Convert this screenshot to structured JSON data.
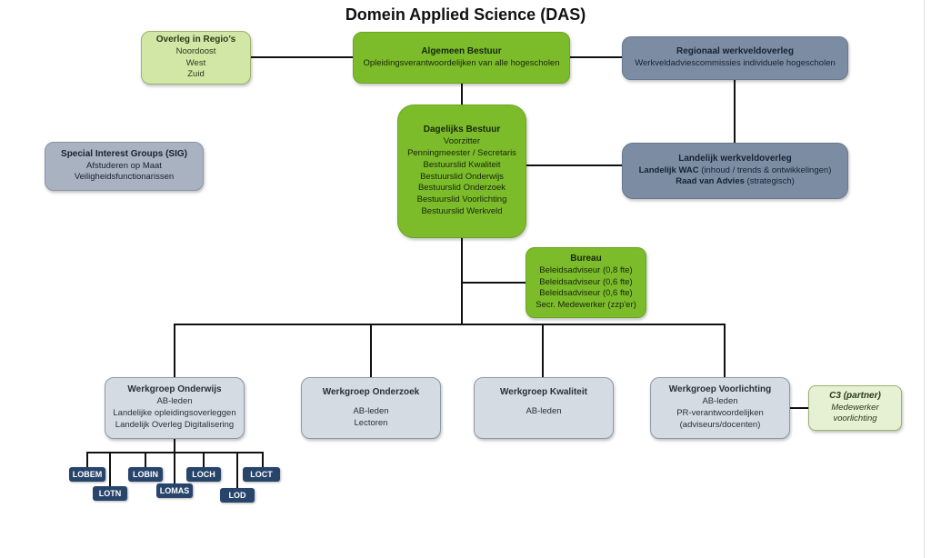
{
  "title": "Domein Applied Science (DAS)",
  "boxes": {
    "regio": {
      "heading": "Overleg in Regio’s",
      "lines": [
        "Noordoost",
        "West",
        "Zuid"
      ]
    },
    "ab": {
      "heading": "Algemeen Bestuur",
      "lines": [
        "Opleidingsverantwoordelijken van alle hogescholen"
      ]
    },
    "regionaal": {
      "heading": "Regionaal werkveldoverleg",
      "lines": [
        "Werkveldadviescommissies individuele hogescholen"
      ]
    },
    "sig": {
      "heading": "Special Interest Groups (SIG)",
      "lines": [
        "Afstuderen op Maat",
        "Veiligheidsfunctionarissen"
      ]
    },
    "db": {
      "heading": "Dagelijks Bestuur",
      "lines": [
        "Voorzitter",
        "Penningmeester / Secretaris",
        "Bestuurslid Kwaliteit",
        "Bestuurslid Onderwijs",
        "Bestuurslid Onderzoek",
        "Bestuurslid Voorlichting",
        "Bestuurslid Werkveld"
      ]
    },
    "landelijk": {
      "heading": "Landelijk werkveldoverleg",
      "line1_bold": "Landelijk WAC",
      "line1_rest": " (inhoud / trends & ontwikkelingen)",
      "line2_bold": "Raad van Advies",
      "line2_rest": " (strategisch)"
    },
    "bureau": {
      "heading": "Bureau",
      "lines": [
        "Beleidsadviseur (0,8 fte)",
        "Beleidsadviseur (0,6 fte)",
        "Beleidsadviseur (0,6 fte)",
        "Secr. Medewerker (zzp'er)"
      ]
    },
    "wg_onderwijs": {
      "heading": "Werkgroep Onderwijs",
      "lines": [
        "AB-leden",
        "Landelijke opleidingsoverleggen",
        "Landelijk Overleg Digitalisering"
      ]
    },
    "wg_onderzoek": {
      "heading": "Werkgroep Onderzoek",
      "lines": [
        "AB-leden",
        "Lectoren"
      ]
    },
    "wg_kwaliteit": {
      "heading": "Werkgroep Kwaliteit",
      "lines": [
        "AB-leden"
      ]
    },
    "wg_voorlichting": {
      "heading": "Werkgroep Voorlichting",
      "lines": [
        "AB-leden",
        "PR-verantwoordelijken",
        "(adviseurs/docenten)"
      ]
    },
    "c3": {
      "heading": "C3 (partner)",
      "lines": [
        "Medewerker",
        "voorlichting"
      ]
    }
  },
  "lo_badges": [
    "LOBEM",
    "LOTN",
    "LOBIN",
    "LOMAS",
    "LOCH",
    "LOD",
    "LOCT"
  ]
}
